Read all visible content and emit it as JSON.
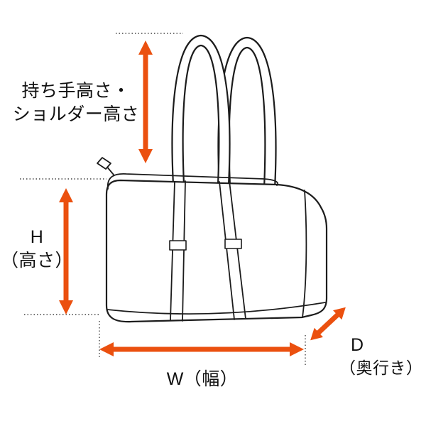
{
  "diagram": {
    "arrow_color": "#EB500F",
    "line_color": "#1c1c1c",
    "guide_color": "#444444",
    "background": "#ffffff",
    "labels": {
      "handle_height": {
        "line1": "持ち手高さ・",
        "line2": "ショルダー高さ"
      },
      "height": {
        "line1": "H",
        "line2": "（高さ）"
      },
      "width": {
        "text": "W（幅）"
      },
      "depth": {
        "line1": "D",
        "line2": "（奥行き）"
      }
    },
    "icons": [
      "handle-height-arrow-icon",
      "bag-height-arrow-icon",
      "bag-width-arrow-icon",
      "bag-depth-arrow-icon"
    ]
  }
}
